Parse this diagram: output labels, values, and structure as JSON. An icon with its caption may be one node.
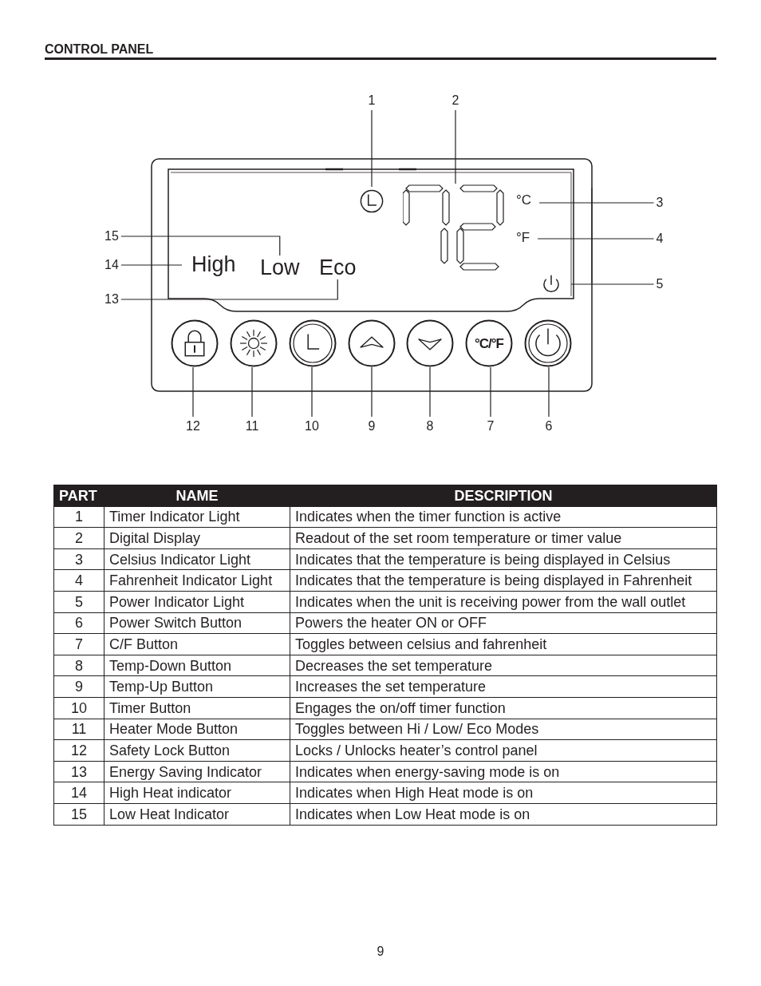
{
  "diagram": {
    "nodes": [
      {
        "text": [
          "1"
        ]
      },
      {
        "text": [
          "2"
        ]
      },
      {
        "text": [
          "3"
        ]
      },
      {
        "text": [
          "4"
        ]
      },
      {
        "text": [
          "5"
        ]
      },
      {
        "text": [
          "6"
        ]
      },
      {
        "text": [
          "7"
        ]
      },
      {
        "text": [
          "8"
        ]
      },
      {
        "text": [
          "9"
        ]
      },
      {
        "text": [
          "10"
        ]
      },
      {
        "text": [
          "11"
        ]
      },
      {
        "text": [
          "12"
        ]
      },
      {
        "text": [
          "13"
        ]
      },
      {
        "text": [
          "14"
        ]
      },
      {
        "text": [
          "15"
        ]
      },
      {
        "text": [],
        "shape": "circle"
      },
      {
        "text": [],
        "shape": "digits"
      },
      {
        "text": [
          "°C"
        ]
      },
      {
        "text": [
          "°F"
        ]
      },
      {
        "text": [],
        "shape": "icon"
      },
      {
        "text": [],
        "shape": "circle"
      },
      {
        "text": [
          "°C/°F"
        ]
      },
      {
        "text": [],
        "shape": "circle"
      },
      {
        "text": [],
        "shape": "circle"
      },
      {
        "text": [],
        "shape": "circle"
      },
      {
        "text": [],
        "shape": "circle"
      },
      {
        "text": [],
        "shape": "circle"
      },
      {
        "text": [
          "Eco"
        ]
      },
      {
        "text": [
          "High"
        ]
      },
      {
        "text": [
          "Low"
        ]
      }
    ],
    "edges": [
      {
        "from": 0,
        "to": 15,
        "arrow": "none"
      },
      {
        "from": 1,
        "to": 16,
        "arrow": "none"
      },
      {
        "from": 2,
        "to": 17,
        "arrow": "none"
      },
      {
        "from": 3,
        "to": 18,
        "arrow": "none"
      },
      {
        "from": 4,
        "to": 19,
        "arrow": "none"
      },
      {
        "from": 5,
        "to": 20,
        "arrow": "none"
      },
      {
        "from": 6,
        "to": 21,
        "arrow": "none"
      },
      {
        "from": 7,
        "to": 22,
        "arrow": "none"
      },
      {
        "from": 8,
        "to": 23,
        "arrow": "none"
      },
      {
        "from": 9,
        "to": 24,
        "arrow": "none"
      },
      {
        "from": 10,
        "to": 25,
        "arrow": "none"
      },
      {
        "from": 11,
        "to": 26,
        "arrow": "none"
      },
      {
        "from": 12,
        "to": 27,
        "arrow": "none"
      },
      {
        "from": 13,
        "to": 28,
        "arrow": "none"
      },
      {
        "from": 14,
        "to": 29,
        "arrow": "none"
      }
    ],
    "labels": [
      "CONTROL PANEL",
      "PART",
      "NAME",
      "DESCRIPTION",
      "1",
      "Timer Indicator Light",
      "Indicates when the timer function is active",
      "2",
      "Digital Display",
      "Readout of the set room temperature or timer value",
      "3",
      "Celsius Indicator Light",
      "Indicates that the temperature is being displayed in Celsius",
      "4",
      "Fahrenheit Indicator Light",
      "Indicates that the temperature is being displayed in Fahrenheit",
      "5",
      "Power Indicator Light",
      "Indicates when the unit is receiving power from the wall outlet",
      "6",
      "Power Switch Button",
      "Powers the heater ON or OFF",
      "7",
      "C/F Button",
      "Toggles between celsius and fahrenheit",
      "8",
      "Temp-Down Button",
      "Decreases the set temperature",
      "9",
      "Temp-Up Button",
      "Increases the set temperature",
      "10",
      "Timer Button",
      "Engages the on/off timer function",
      "11",
      "Heater Mode Button",
      "Toggles between Hi / Low/ Eco Modes",
      "12",
      "Safety Lock Button",
      "Locks / Unlocks heater’s control panel",
      "13",
      "Energy Saving Indicator",
      "Indicates when energy-saving mode is on",
      "14",
      "High Heat indicator",
      "Indicates when High Heat mode is on",
      "15",
      "Low Heat Indicator",
      "Indicates when Low Heat mode is on",
      "9"
    ]
  }
}
